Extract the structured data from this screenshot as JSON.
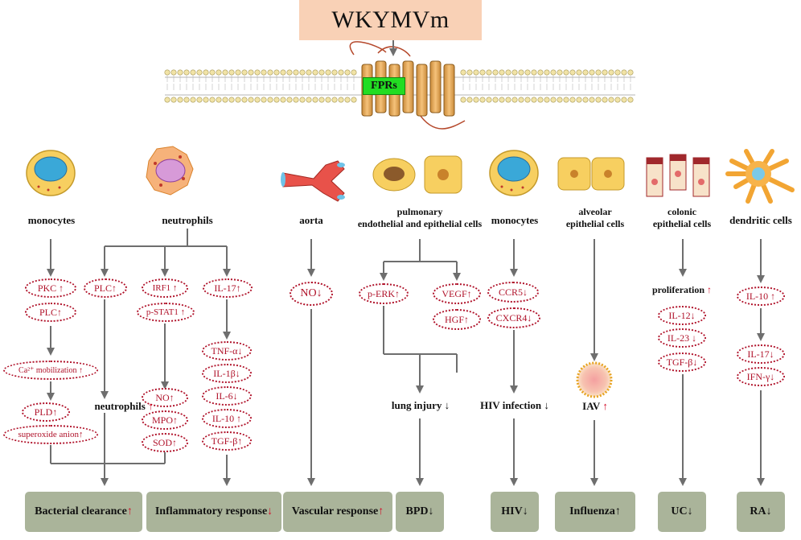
{
  "title": "WKYMVm",
  "receptor": "FPRs",
  "cells": {
    "monocytes1": "monocytes",
    "neutrophils": "neutrophils",
    "aorta": "aorta",
    "pulmonary_line1": "pulmonary",
    "pulmonary_line2": "endothelial and epithelial cells",
    "monocytes2": "monocytes",
    "alveolar_line1": "alveolar",
    "alveolar_line2": "epithelial cells",
    "colonic_line1": "colonic",
    "colonic_line2": "epithelial cells",
    "dendritic": "dendritic cells"
  },
  "mediators": {
    "pkc": "PKC ↑",
    "plc_mono": "PLC↑",
    "ca_mobilization": "Ca²⁺ mobilization ↑",
    "pld": "PLD↑",
    "superoxide": "superoxide anion↑",
    "plc_neu": "PLC↑",
    "irf1": "IRF1 ↑",
    "pstat1": "p-STAT1 ↑",
    "il17_neu": "IL-17↑",
    "tnfa": "TNF-α↓",
    "il1b": "IL-1β↓",
    "il6": "IL-6↓",
    "il10_neu": "IL-10 ↑",
    "tgfb_neu": "TGF-β↑",
    "no_neu": "NO↑",
    "mpo": "MPO↑",
    "sod": "SOD↑",
    "no_aorta": "NO↓",
    "perk": "p-ERK↑",
    "vegf": "VEGF↑",
    "hgf": "HGF↑",
    "ccr5": "CCR5↓",
    "cxcr4": "CXCR4↓",
    "il12": "IL-12↓",
    "il23": "IL-23 ↓",
    "tgfb_col": "TGF-β↓",
    "il10_dc": "IL-10 ↑",
    "il17_dc": "IL-17↓",
    "ifng": "IFN-γ↓"
  },
  "effects": {
    "neutrophils_text": "neutrophils",
    "neutrophils_arrow": "↑",
    "lung_injury": "lung injury ↓",
    "hiv_infection": "HIV infection ↓",
    "iav_text": "IAV",
    "iav_arrow": "↑",
    "proliferation_text": "proliferation",
    "proliferation_arrow": "↑"
  },
  "outcomes": {
    "bacterial_text": "Bacterial clearance",
    "bacterial_arrow": "↑",
    "inflammatory_text": "Inflammatory response",
    "inflammatory_arrow": "↓",
    "vascular_text": "Vascular response",
    "vascular_arrow": "↑",
    "bpd": "BPD↓",
    "hiv": "HIV↓",
    "influenza": "Influenza↑",
    "uc": "UC↓",
    "ra": "RA↓"
  },
  "colors": {
    "title_bg": "#f9d1b6",
    "receptor_bg": "#22dd22",
    "mediator_border": "#b0122a",
    "up_arrow": "#d3102b",
    "outcome_bg": "#aab49a",
    "arrow": "#6e6e6e"
  }
}
